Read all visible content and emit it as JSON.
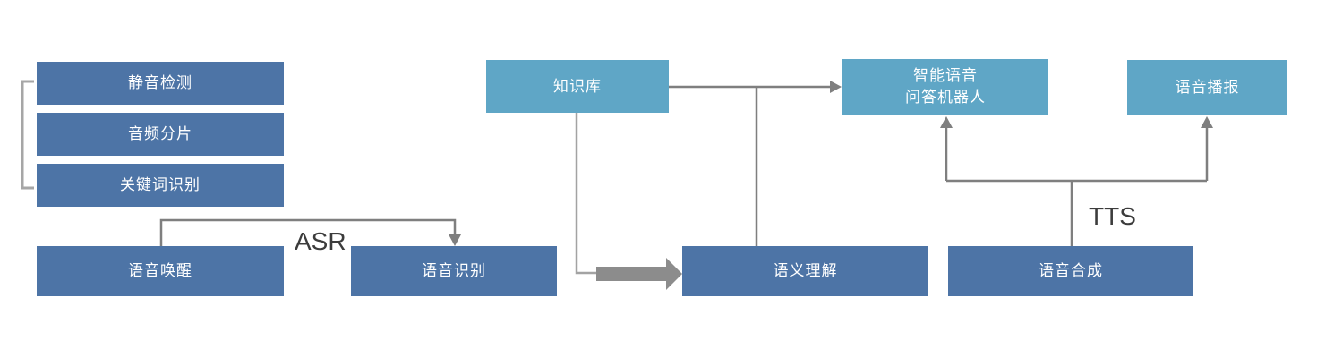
{
  "colors": {
    "dark_box": "#4d74a6",
    "light_box": "#5fa6c6",
    "box_text": "#ffffff",
    "connector": "#7f7f7f",
    "connector_light": "#a3a3a3",
    "thick_arrow": "#8c8c8c",
    "bracket": "#a6a6a6",
    "label_text": "#3c3c3c",
    "canvas_bg": "#ffffff"
  },
  "nodes": [
    {
      "id": "silence-detection",
      "label": "静音检测",
      "variant": "dark"
    },
    {
      "id": "audio-slicing",
      "label": "音频分片",
      "variant": "dark"
    },
    {
      "id": "keyword-recognition",
      "label": "关键词识别",
      "variant": "dark"
    },
    {
      "id": "voice-wakeup",
      "label": "语音唤醒",
      "variant": "dark"
    },
    {
      "id": "speech-recognition",
      "label": "语音识别",
      "variant": "dark"
    },
    {
      "id": "knowledge-base",
      "label": "知识库",
      "variant": "light"
    },
    {
      "id": "qa-robot",
      "label": "智能语音\n问答机器人",
      "variant": "light"
    },
    {
      "id": "voice-broadcast",
      "label": "语音播报",
      "variant": "light"
    },
    {
      "id": "semantic-understanding",
      "label": "语义理解",
      "variant": "dark"
    },
    {
      "id": "speech-synthesis",
      "label": "语音合成",
      "variant": "dark"
    }
  ],
  "edge_labels": {
    "asr": "ASR",
    "tts": "TTS"
  }
}
